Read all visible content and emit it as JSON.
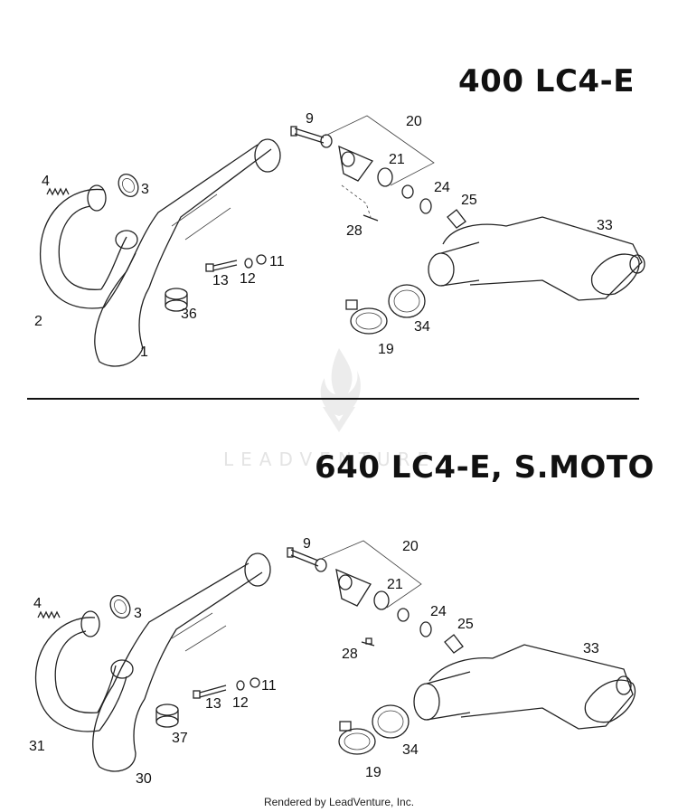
{
  "sections": [
    {
      "title": "400 LC4-E",
      "callouts": [
        "9",
        "20",
        "21",
        "4",
        "3",
        "24",
        "25",
        "28",
        "33",
        "13",
        "12",
        "11",
        "2",
        "36",
        "34",
        "19",
        "1"
      ]
    },
    {
      "title": "640 LC4-E, S.MOTO",
      "callouts": [
        "9",
        "20",
        "21",
        "4",
        "3",
        "24",
        "25",
        "28",
        "33",
        "13",
        "12",
        "11",
        "31",
        "37",
        "34",
        "19",
        "30"
      ]
    }
  ],
  "watermark": "LEADVENTURE",
  "footer": "Rendered by LeadVenture, Inc.",
  "colors": {
    "ink": "#111111",
    "watermark": "#e4e4e4",
    "background": "#ffffff"
  }
}
